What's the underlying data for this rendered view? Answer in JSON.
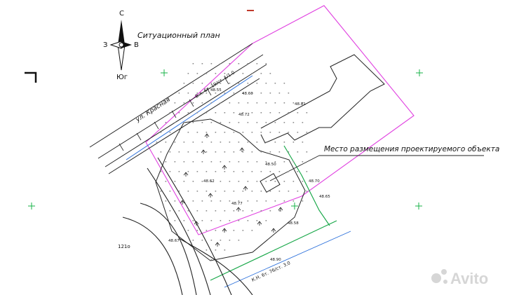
{
  "map": {
    "title": "Ситуационный план",
    "compass": {
      "north": "С",
      "south": "Юг",
      "west": "З",
      "east": "В"
    },
    "callout": "Место размещения проектируемого объекта",
    "street": "ул. Красная",
    "utility_label_upper": "В.л. 6т. 19/ст. 1/1.0",
    "utility_label_lower": "К.Н. 6т. 76/ст. 3.0",
    "elevations": [
      "48.60",
      "48.72",
      "48.50",
      "48.62",
      "48.77",
      "48.70",
      "48.65",
      "48.58",
      "48.81",
      "48.55",
      "48.67",
      "48.90"
    ],
    "misc_label": "121о"
  },
  "watermark": {
    "text": "Avito"
  },
  "colors": {
    "boundary": "#e040e0",
    "utility_blue": "#2a6fdb",
    "utility_green": "#1aa84a",
    "survey_cross": "#19b34a",
    "linework": "#222222",
    "tick": "#c0392b"
  }
}
